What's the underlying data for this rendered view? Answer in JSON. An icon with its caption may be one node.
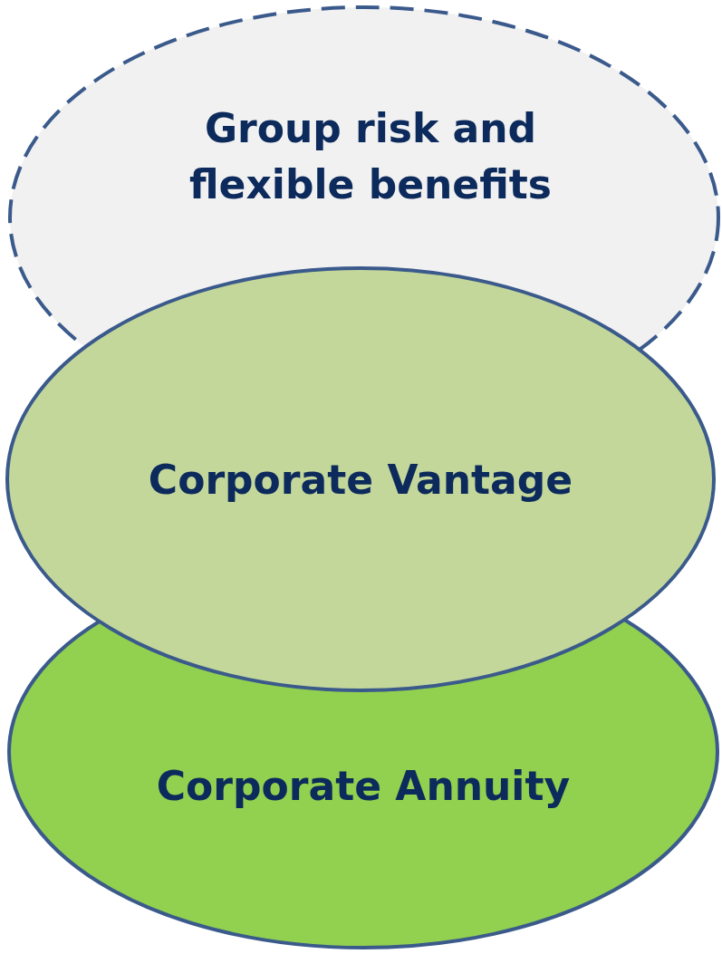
{
  "diagram": {
    "nodes": [
      {
        "text": [
          "Group risk and flexible benefits"
        ]
      },
      {
        "text": [
          "Corporate Vantage"
        ]
      },
      {
        "text": [
          "Corporate Annuity"
        ]
      }
    ],
    "edges": []
  }
}
